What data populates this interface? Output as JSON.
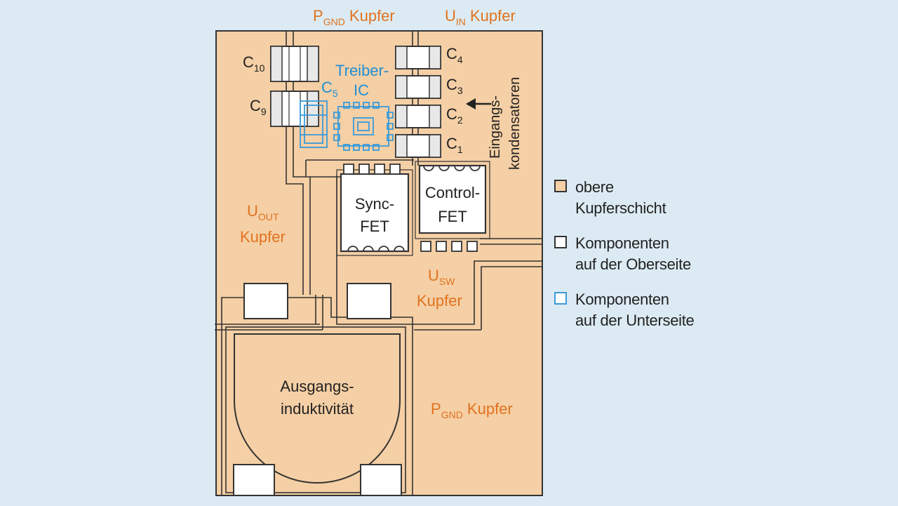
{
  "labels": {
    "pgnd_top": {
      "main": "P",
      "sub": "GND",
      "rest": " Kupfer"
    },
    "uin": {
      "main": "U",
      "sub": "IN",
      "rest": " Kupfer"
    },
    "uout_line1": {
      "main": "U",
      "sub": "OUT"
    },
    "uout_line2": "Kupfer",
    "usw_line1": {
      "main": "U",
      "sub": "SW"
    },
    "usw_line2": "Kupfer",
    "pgnd_bottom": {
      "main": "P",
      "sub": "GND",
      "rest": " Kupfer"
    },
    "treiber_line1": "Treiber-",
    "treiber_line2": "IC",
    "c5": {
      "main": "C",
      "sub": "5"
    },
    "c10": {
      "main": "C",
      "sub": "10"
    },
    "c9": {
      "main": "C",
      "sub": "9"
    },
    "c4": {
      "main": "C",
      "sub": "4"
    },
    "c3": {
      "main": "C",
      "sub": "3"
    },
    "c2": {
      "main": "C",
      "sub": "2"
    },
    "c1": {
      "main": "C",
      "sub": "1"
    },
    "eingang_line1": "Eingangs-",
    "eingang_line2": "kondensatoren",
    "syncfet_line1": "Sync-",
    "syncfet_line2": "FET",
    "controlfet_line1": "Control-",
    "controlfet_line2": "FET",
    "inductor_line1": "Ausgangs-",
    "inductor_line2": "induktivität"
  },
  "legend": [
    {
      "label": "obere\nKupferschicht",
      "fill": "#f5cfa5",
      "border": "#333333"
    },
    {
      "label": "Komponenten\nauf der Oberseite",
      "fill": "#ffffff",
      "border": "#333333"
    },
    {
      "label": "Komponenten\nauf der Unterseite",
      "fill": "#ffffff",
      "border": "#3a9ad9"
    }
  ],
  "colors": {
    "background": "#dcebf3",
    "copper": "#f5cfa5",
    "orange_text": "#e0731f",
    "blue_text": "#1f8fd6",
    "component": "#ffffff",
    "outline": "#333333"
  }
}
